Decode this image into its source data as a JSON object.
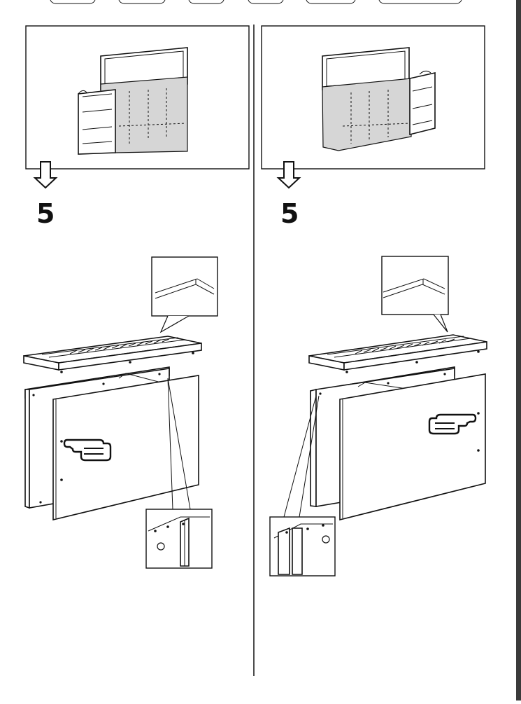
{
  "document": {
    "left_panel": {
      "step_number": "5",
      "overview_image": "cabinet-frame-left-assembly",
      "hand_icon": "pointing-hand-icon"
    },
    "right_panel": {
      "step_number": "5",
      "overview_image": "cabinet-frame-right-assembly",
      "hand_icon": "pointing-hand-icon"
    }
  }
}
